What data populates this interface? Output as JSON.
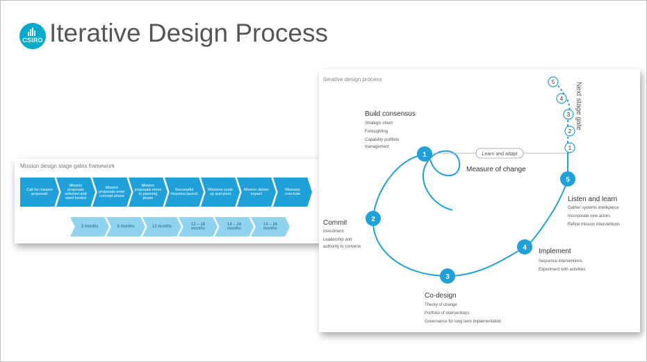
{
  "slide": {
    "title": "Iterative Design Process",
    "logo_text": "CSIRO"
  },
  "framework": {
    "title": "Mission design stage gates framework",
    "stages": [
      "Call for mission proposals",
      "Mission proposals selected and seed funded",
      "Mission proposals enter concept phase",
      "Mission proposals move to planning phase",
      "Successful missions launch",
      "Missions scale up and pivot",
      "Mission deliver impact",
      "Missions conclude"
    ],
    "durations": [
      "3 months",
      "6 months",
      "12 months",
      "12 – 18 months",
      "14 – 24 months",
      "14 – 24 months"
    ]
  },
  "process": {
    "title": "Iterative design process",
    "next_stage_gate": "Next stage gate",
    "gate_numbers": [
      "5",
      "4",
      "3",
      "2",
      "1"
    ],
    "learn_adapt": "Learn and adapt",
    "measure": "Measure of change",
    "steps": [
      {
        "num": "1",
        "title": "Build consensus",
        "items": [
          "Strategic intent",
          "Foresighting",
          "Capability portfolio",
          "management"
        ]
      },
      {
        "num": "2",
        "title": "Commit",
        "items": [
          "Investment",
          "Leadership and",
          "authority to convene"
        ]
      },
      {
        "num": "3",
        "title": "Co-design",
        "items": [
          "Theory of change",
          "Portfolio of interventions",
          "Governance for long term implementation"
        ]
      },
      {
        "num": "4",
        "title": "Implement",
        "items": [
          "Sequence interventions",
          "Experiment with activities"
        ]
      },
      {
        "num": "5",
        "title": "Listen and learn",
        "items": [
          "Gather systems intelligence",
          "Incorporate new actors",
          "Refine mission interventions"
        ]
      }
    ],
    "colors": {
      "accent": "#1fa0d8"
    }
  }
}
